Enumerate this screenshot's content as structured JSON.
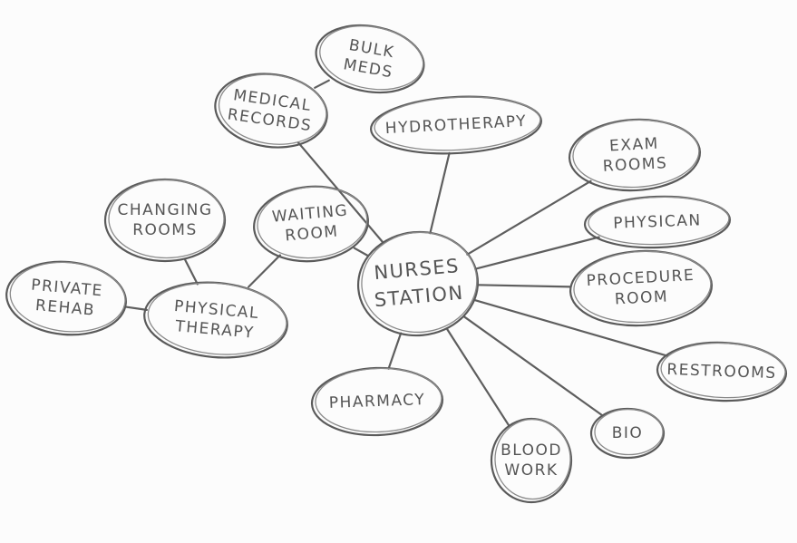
{
  "diagram": {
    "type": "mind-map",
    "center": {
      "id": "nurses-station",
      "lines": [
        "NURSES",
        "STATION"
      ]
    },
    "nodes": [
      {
        "id": "bulk-meds",
        "lines": [
          "BULK",
          "MEDS"
        ],
        "parent": "medical-records"
      },
      {
        "id": "medical-records",
        "lines": [
          "MEDICAL",
          "RECORDS"
        ],
        "parent": "nurses-station"
      },
      {
        "id": "hydrotherapy",
        "lines": [
          "HYDROTHERAPY"
        ],
        "parent": "nurses-station"
      },
      {
        "id": "exam-rooms",
        "lines": [
          "EXAM",
          "ROOMS"
        ],
        "parent": "nurses-station"
      },
      {
        "id": "physican",
        "lines": [
          "PHYSICAN"
        ],
        "parent": "nurses-station"
      },
      {
        "id": "procedure-room",
        "lines": [
          "PROCEDURE",
          "ROOM"
        ],
        "parent": "nurses-station"
      },
      {
        "id": "restrooms",
        "lines": [
          "RESTROOMS"
        ],
        "parent": "nurses-station"
      },
      {
        "id": "bio",
        "lines": [
          "BIO"
        ],
        "parent": "nurses-station"
      },
      {
        "id": "blood-work",
        "lines": [
          "BLOOD",
          "WORK"
        ],
        "parent": "nurses-station"
      },
      {
        "id": "pharmacy",
        "lines": [
          "PHARMACY"
        ],
        "parent": "nurses-station"
      },
      {
        "id": "waiting-room",
        "lines": [
          "WAITING",
          "ROOM"
        ],
        "parent": "nurses-station"
      },
      {
        "id": "physical-therapy",
        "lines": [
          "PHYSICAL",
          "THERAPY"
        ],
        "parent": "waiting-room"
      },
      {
        "id": "changing-rooms",
        "lines": [
          "CHANGING",
          "ROOMS"
        ],
        "parent": "physical-therapy"
      },
      {
        "id": "private-rehab",
        "lines": [
          "PRIVATE",
          "REHAB"
        ],
        "parent": "physical-therapy"
      }
    ]
  }
}
